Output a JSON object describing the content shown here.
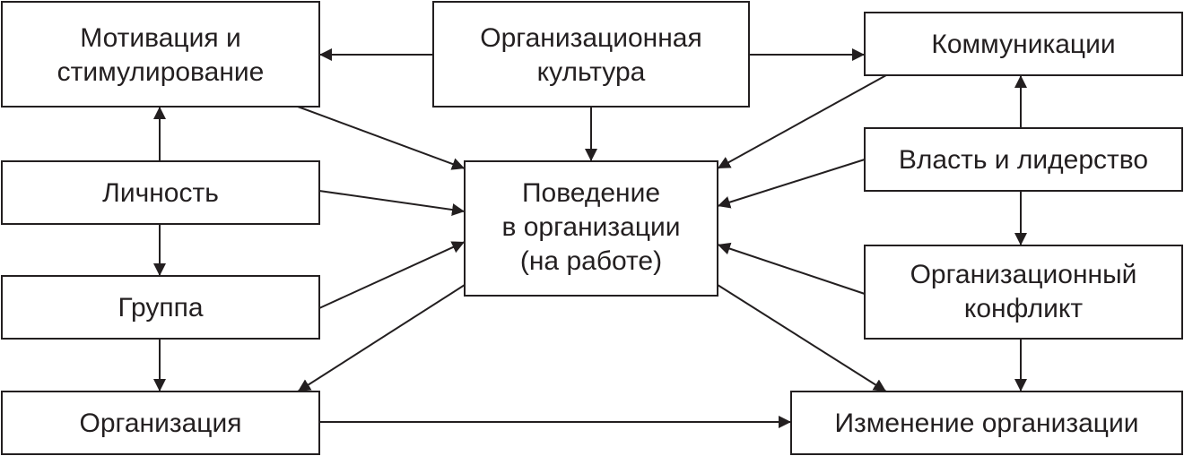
{
  "nodes": {
    "motivation": [
      "Мотивация и",
      "стимулирование"
    ],
    "culture": [
      "Организационная",
      "культура"
    ],
    "communications": [
      "Коммуникации"
    ],
    "personality": [
      "Личность"
    ],
    "behavior": [
      "Поведение",
      "в организации",
      "(на работе)"
    ],
    "power": [
      "Власть и лидерство"
    ],
    "group": [
      "Группа"
    ],
    "conflict": [
      "Организационный",
      "конфликт"
    ],
    "organization": [
      "Организация"
    ],
    "change": [
      "Изменение организации"
    ]
  },
  "edges": [
    {
      "from": "culture",
      "to": "motivation"
    },
    {
      "from": "culture",
      "to": "communications"
    },
    {
      "from": "culture",
      "to": "behavior"
    },
    {
      "from": "motivation",
      "to": "behavior"
    },
    {
      "from": "personality",
      "to": "motivation"
    },
    {
      "from": "personality",
      "to": "behavior"
    },
    {
      "from": "personality",
      "to": "group"
    },
    {
      "from": "group",
      "to": "behavior"
    },
    {
      "from": "group",
      "to": "organization"
    },
    {
      "from": "behavior",
      "to": "organization"
    },
    {
      "from": "organization",
      "to": "change"
    },
    {
      "from": "communications",
      "to": "behavior"
    },
    {
      "from": "power",
      "to": "communications"
    },
    {
      "from": "power",
      "to": "behavior"
    },
    {
      "from": "power",
      "to": "conflict"
    },
    {
      "from": "conflict",
      "to": "behavior"
    },
    {
      "from": "conflict",
      "to": "change"
    },
    {
      "from": "behavior",
      "to": "change"
    }
  ],
  "colors": {
    "line": "#231f20",
    "background": "#ffffff"
  }
}
